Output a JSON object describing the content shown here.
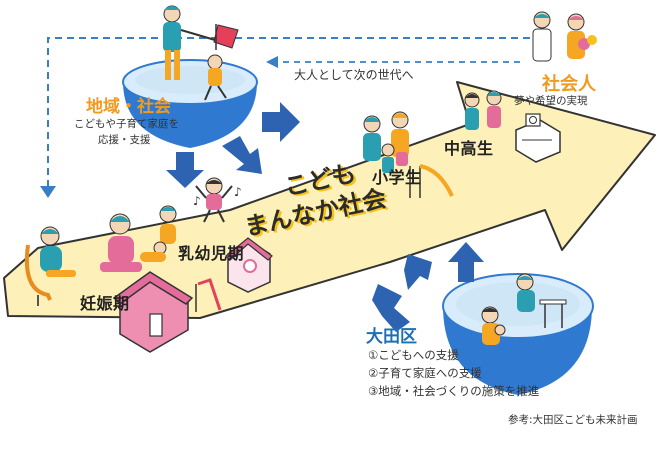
{
  "stages": {
    "pregnancy": "妊娠期",
    "infancy": "乳幼児期",
    "elementary": "小学生",
    "highschool": "中高生",
    "adult": "社会人"
  },
  "adult_caption": "夢や希望の実現",
  "community": {
    "title": "地域・社会",
    "desc_line1": "こどもや子育て家庭を",
    "desc_line2": "応援・支援"
  },
  "next_generation_label": "大人として次の世代へ",
  "center_title": {
    "line1": "こども",
    "line2": "まんなか社会"
  },
  "ota": {
    "title": "大田区",
    "items": [
      "①こどもへの支援",
      "②子育て家庭への支援",
      "③地域・社会づくりの施策を推進"
    ]
  },
  "reference": "参考:大田区こども未来計画",
  "colors": {
    "arrow_fill": "#fdf0b8",
    "arrow_stroke": "#333333",
    "blue_arrow": "#2d63b0",
    "dish": "#2f7ad0",
    "dish_top": "#d8ecfb",
    "dash": "#3a7fc4",
    "orange": "#f19a1f",
    "teal": "#2a9fb2",
    "pink": "#e46c9a"
  }
}
